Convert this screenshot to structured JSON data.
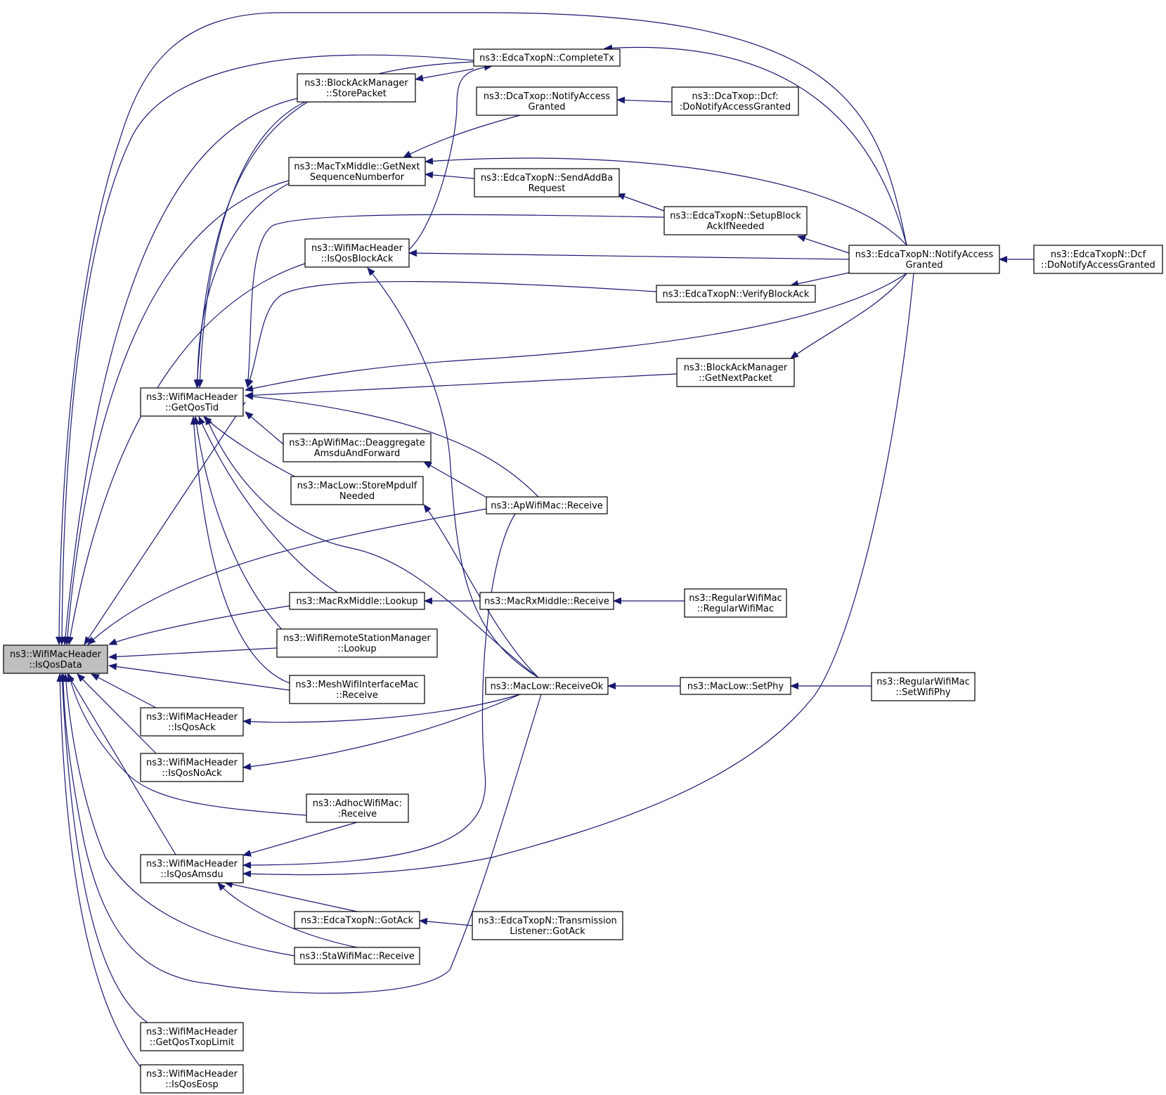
{
  "colors": {
    "edge": "#191970",
    "node_border": "#000000",
    "root_fill": "#bfbfbf",
    "node_fill": "#ffffff"
  },
  "nodes": {
    "isqosdata": {
      "lines": [
        "ns3::WifiMacHeader",
        "::IsQosData"
      ],
      "root": true
    },
    "getqostid": {
      "lines": [
        "ns3::WifiMacHeader",
        "::GetQosTid"
      ]
    },
    "storepacket": {
      "lines": [
        "ns3::BlockAckManager",
        "::StorePacket"
      ]
    },
    "getnextseq": {
      "lines": [
        "ns3::MacTxMiddle::GetNext",
        "SequenceNumberfor"
      ]
    },
    "isqosblockack": {
      "lines": [
        "ns3::WifiMacHeader",
        "::IsQosBlockAck"
      ]
    },
    "deaggregate": {
      "lines": [
        "ns3::ApWifiMac::Deaggregate",
        "AmsduAndForward"
      ]
    },
    "storempdu": {
      "lines": [
        "ns3::MacLow::StoreMpduIf",
        "Needed"
      ]
    },
    "rxlookup": {
      "lines": [
        "ns3::MacRxMiddle::Lookup"
      ]
    },
    "rsmlookup": {
      "lines": [
        "ns3::WifiRemoteStationManager",
        "::Lookup"
      ]
    },
    "meshreceive": {
      "lines": [
        "ns3::MeshWifiInterfaceMac",
        "::Receive"
      ]
    },
    "isqosack": {
      "lines": [
        "ns3::WifiMacHeader",
        "::IsQosAck"
      ]
    },
    "isqosnoack": {
      "lines": [
        "ns3::WifiMacHeader",
        "::IsQosNoAck"
      ]
    },
    "adhocreceive": {
      "lines": [
        "ns3::AdhocWifiMac:",
        ":Receive"
      ]
    },
    "isqosamsdu": {
      "lines": [
        "ns3::WifiMacHeader",
        "::IsQosAmsdu"
      ]
    },
    "gotack": {
      "lines": [
        "ns3::EdcaTxopN::GotAck"
      ]
    },
    "stareceive": {
      "lines": [
        "ns3::StaWifiMac::Receive"
      ]
    },
    "gettxoplimit": {
      "lines": [
        "ns3::WifiMacHeader",
        "::GetQosTxopLimit"
      ]
    },
    "isqoseosp": {
      "lines": [
        "ns3::WifiMacHeader",
        "::IsQosEosp"
      ]
    },
    "completetx": {
      "lines": [
        "ns3::EdcaTxopN::CompleteTx"
      ]
    },
    "dcanotify": {
      "lines": [
        "ns3::DcaTxop::NotifyAccess",
        "Granted"
      ]
    },
    "sendaddba": {
      "lines": [
        "ns3::EdcaTxopN::SendAddBa",
        "Request"
      ]
    },
    "apreceive": {
      "lines": [
        "ns3::ApWifiMac::Receive"
      ]
    },
    "rxreceive": {
      "lines": [
        "ns3::MacRxMiddle::Receive"
      ]
    },
    "receiveok": {
      "lines": [
        "ns3::MacLow::ReceiveOk"
      ]
    },
    "translistener": {
      "lines": [
        "ns3::EdcaTxopN::Transmission",
        "Listener::GotAck"
      ]
    },
    "dcfdonotify": {
      "lines": [
        "ns3::DcaTxop::Dcf:",
        ":DoNotifyAccessGranted"
      ]
    },
    "setupblockack": {
      "lines": [
        "ns3::EdcaTxopN::SetupBlock",
        "AckIfNeeded"
      ]
    },
    "verifyblockack": {
      "lines": [
        "ns3::EdcaTxopN::VerifyBlockAck"
      ]
    },
    "getnextpacket": {
      "lines": [
        "ns3::BlockAckManager",
        "::GetNextPacket"
      ]
    },
    "regularctor": {
      "lines": [
        "ns3::RegularWifiMac",
        "::RegularWifiMac"
      ]
    },
    "setphy": {
      "lines": [
        "ns3::MacLow::SetPhy"
      ]
    },
    "edcanotify": {
      "lines": [
        "ns3::EdcaTxopN::NotifyAccess",
        "Granted"
      ]
    },
    "edcadcf": {
      "lines": [
        "ns3::EdcaTxopN::Dcf",
        "::DoNotifyAccessGranted"
      ]
    },
    "setwifiphy": {
      "lines": [
        "ns3::RegularWifiMac",
        "::SetWifiPhy"
      ]
    }
  }
}
